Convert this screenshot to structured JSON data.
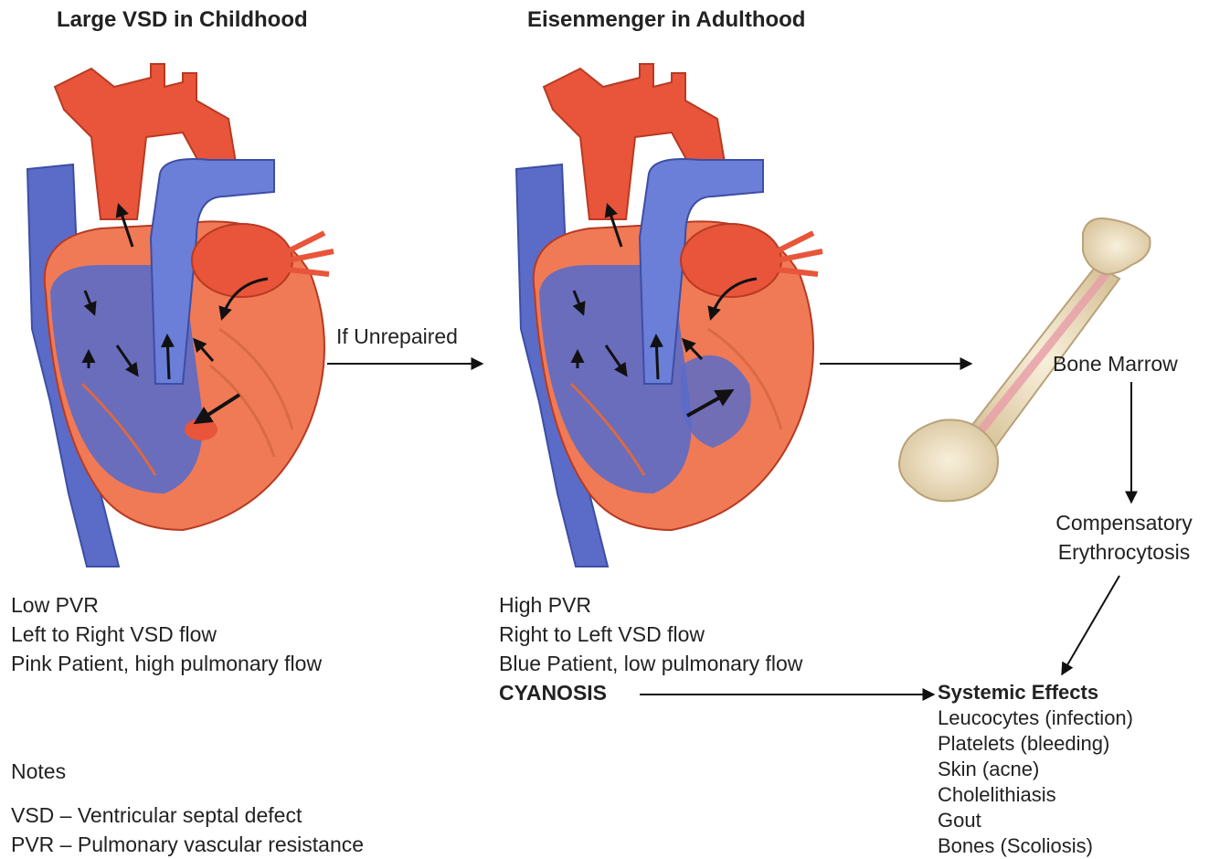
{
  "titles": {
    "left": "Large VSD in Childhood",
    "right": "Eisenmenger in Adulthood"
  },
  "transition_label": "If Unrepaired",
  "childhood": {
    "lines": [
      "Low PVR",
      "Left to Right VSD flow",
      "Pink Patient, high pulmonary flow"
    ]
  },
  "adulthood": {
    "lines": [
      "High PVR",
      "Right to Left VSD flow",
      "Blue Patient, low pulmonary flow"
    ],
    "cyanosis": "CYANOSIS"
  },
  "bone": {
    "label": "Bone Marrow",
    "result": [
      "Compensatory",
      "Erythrocytosis"
    ]
  },
  "systemic": {
    "heading": "Systemic Effects",
    "items": [
      "Leucocytes (infection)",
      "Platelets (bleeding)",
      "Skin (acne)",
      "Cholelithiasis",
      "Gout",
      "Bones (Scoliosis)"
    ]
  },
  "notes": {
    "heading": "Notes",
    "items": [
      "VSD – Ventricular septal defect",
      "PVR – Pulmonary vascular resistance"
    ]
  },
  "colors": {
    "oxygenated": "#e8553a",
    "deoxygenated": "#5a6cc8",
    "myocardium": "#f07a55",
    "bone": "#e9dcc0",
    "marrow": "#e8a0a8",
    "arrow": "#111111"
  }
}
